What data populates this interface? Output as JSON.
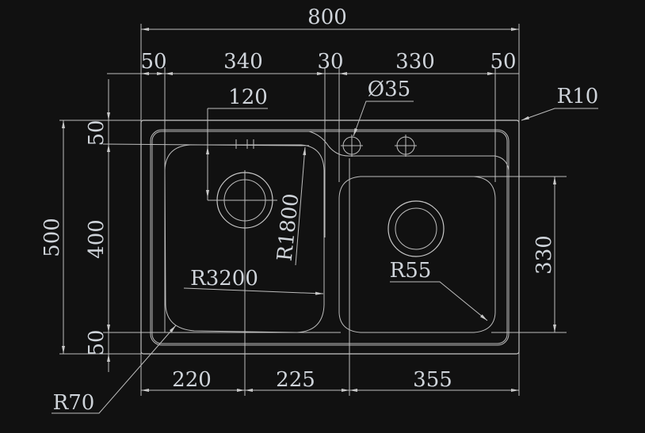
{
  "drawing": {
    "colors": {
      "background": "#111111",
      "line": "#c8c8c8",
      "text": "#cfd4da"
    },
    "top": {
      "overall": "800",
      "left_margin": "50",
      "left_bowl": "340",
      "divider": "30",
      "right_bowl": "330",
      "right_margin": "50"
    },
    "callouts": {
      "drain_offset": "120",
      "tap_hole": "Ø35",
      "corner_radius": "R10",
      "bowl_radius_side": "R1800",
      "bowl_radius_bottom": "R3200",
      "right_bowl_radius": "R55",
      "left_corner_radius": "R70"
    },
    "left": {
      "overall": "500",
      "top_margin": "50",
      "bowl_depth": "400",
      "bottom_margin": "50"
    },
    "right": {
      "right_bowl_depth": "330"
    },
    "bottom": {
      "left": "220",
      "middle": "225",
      "right": "355"
    }
  }
}
